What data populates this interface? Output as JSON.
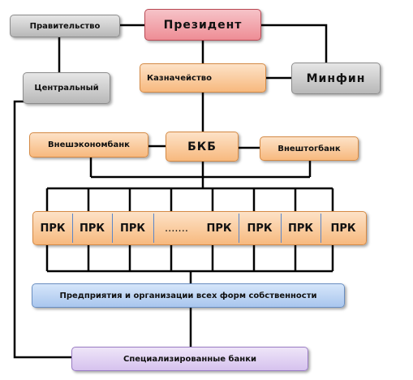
{
  "nodes": {
    "president": "Президент",
    "government": "Правительство",
    "central_bank": "Центральный",
    "treasury": "Казначейство",
    "minfin": "Минфин",
    "vneshekonombank": "Внешэкономбанк",
    "bkb": "БКБ",
    "vneshtorgbank": "Внештогбанк",
    "enterprises": "Предприятия и организации всех форм собственности",
    "specialized_banks": "Специализированные банки"
  },
  "prk_row": [
    "ПРК",
    "ПРК",
    "ПРК",
    ".......",
    "ПРК",
    "ПРК",
    "ПРК",
    "ПРК"
  ],
  "colors": {
    "gray": "#c9c9c9",
    "red": "#f1a1a8",
    "orange": "#f9c896",
    "blue": "#bcd4f3",
    "purple": "#ddcdf0",
    "line": "#000000",
    "prk_separator": "#5b86c9"
  }
}
